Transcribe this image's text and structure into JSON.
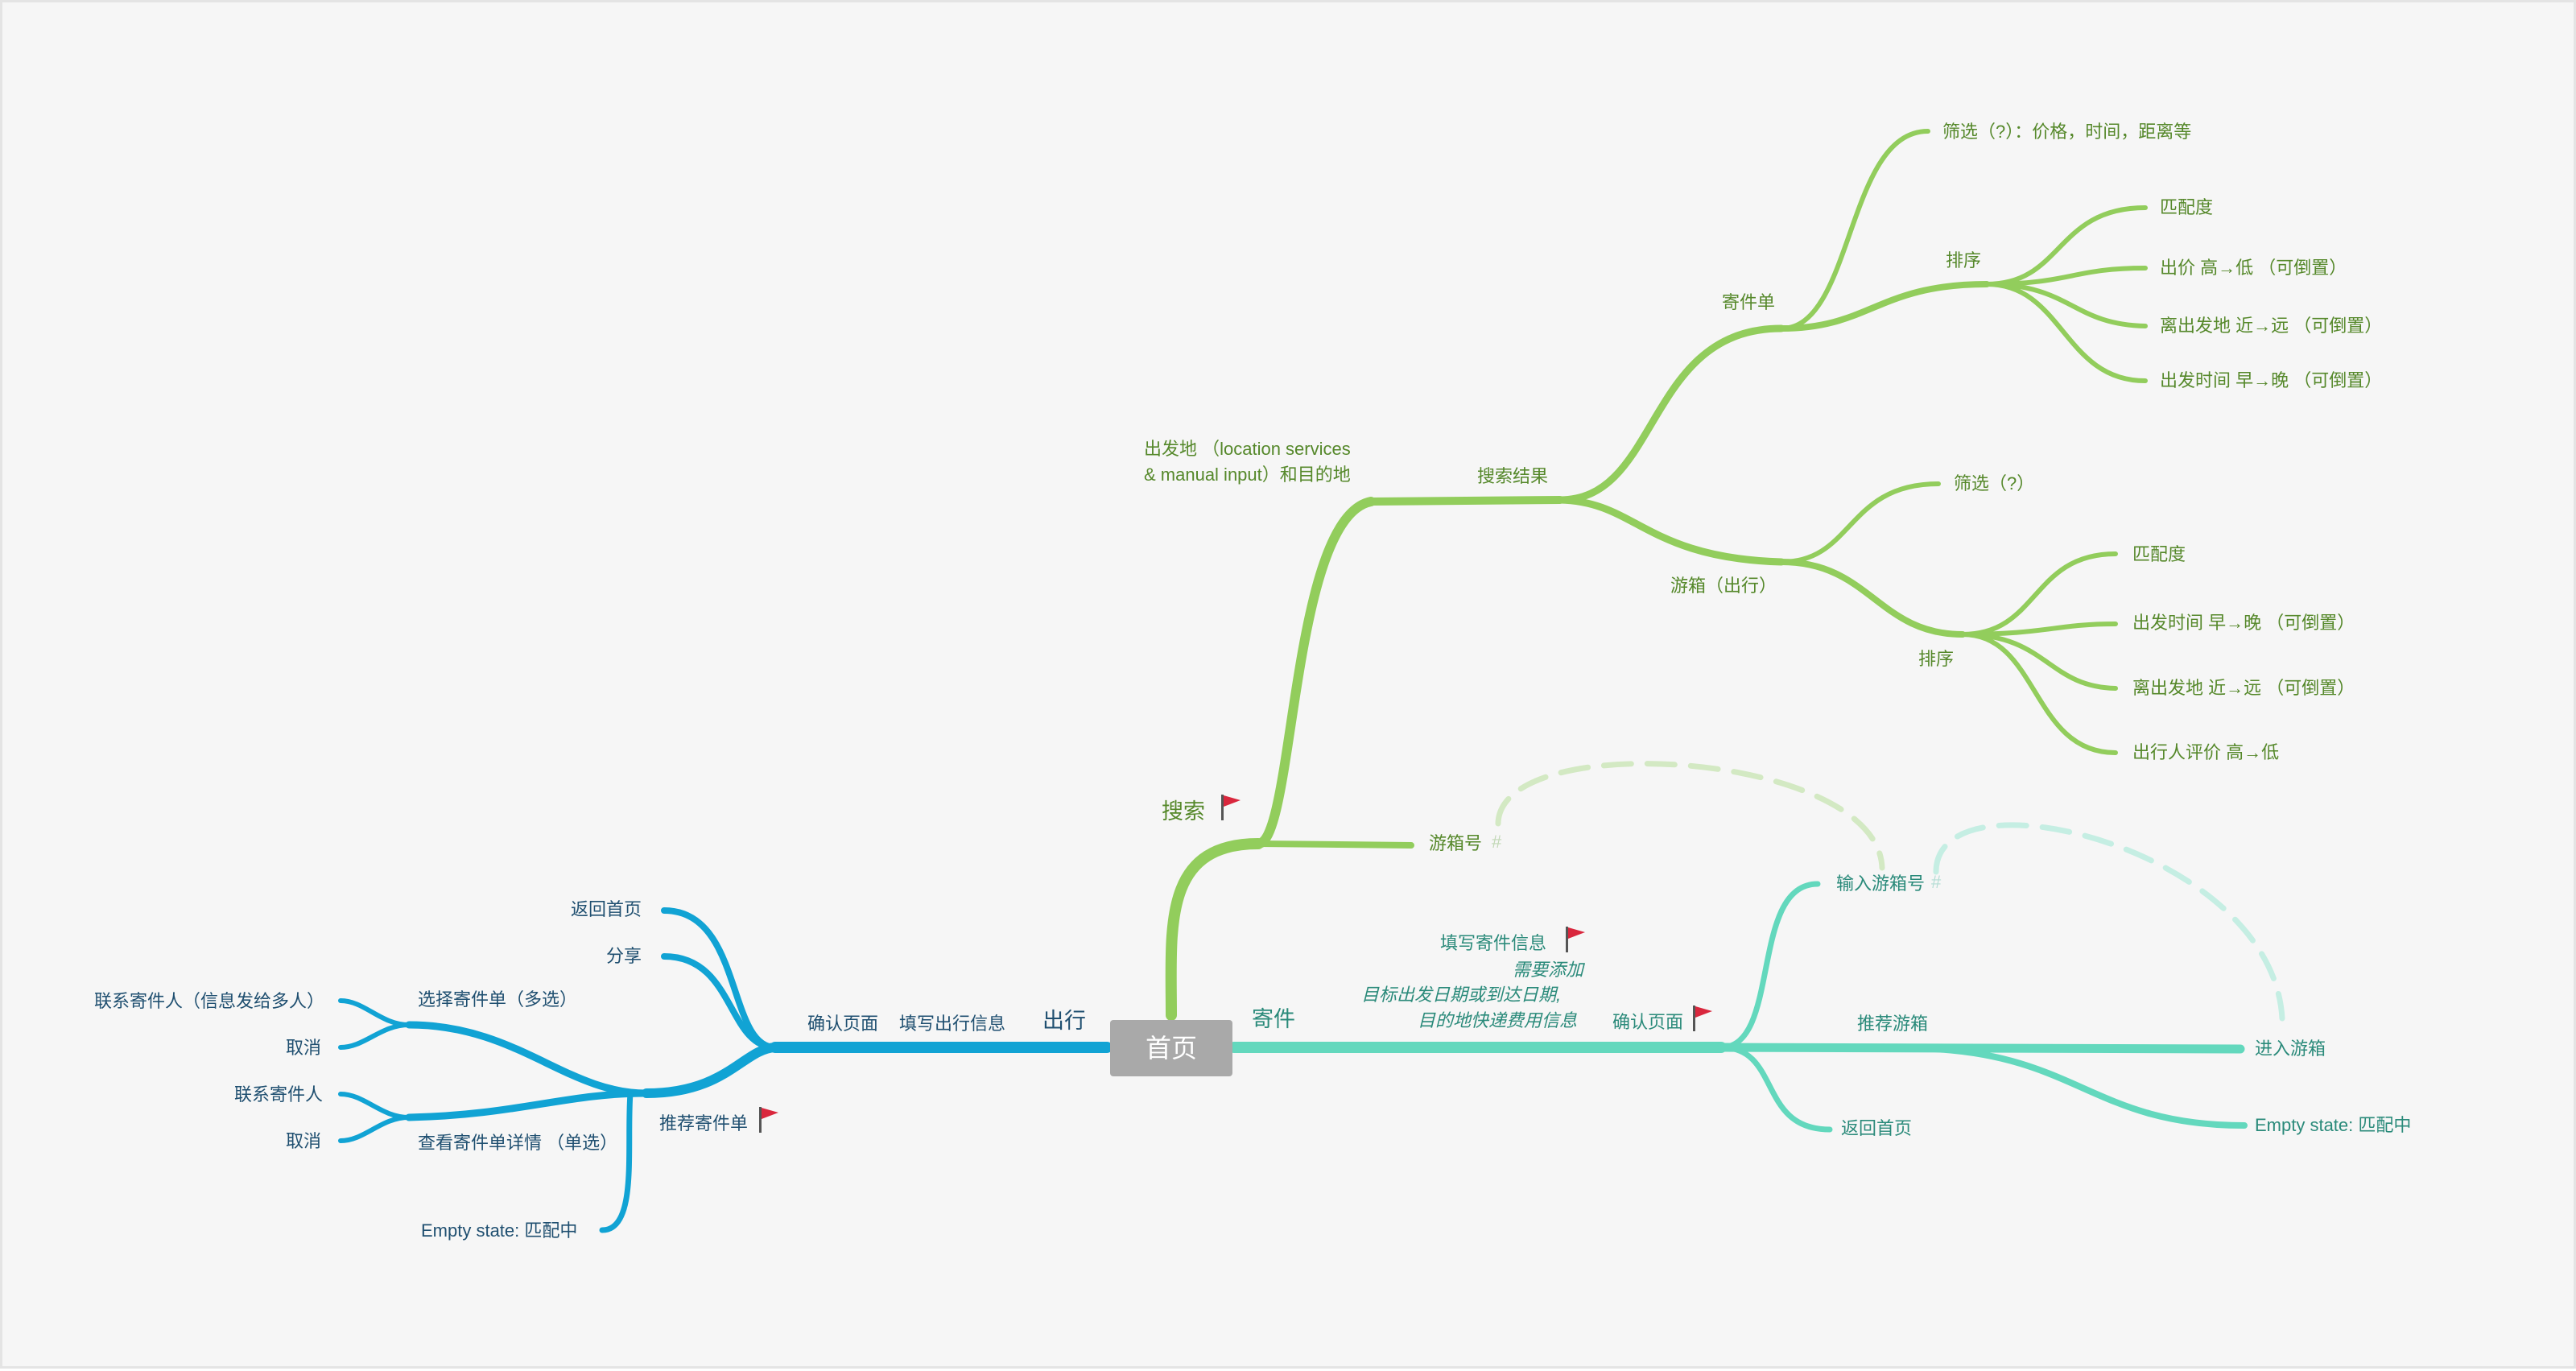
{
  "root": "首页",
  "colors": {
    "search": "#92cd5c",
    "send": "#63d8bd",
    "travel": "#11a3d4",
    "root_bg": "#a9a9a9"
  },
  "search_branch": {
    "title": "搜索",
    "location_line1": "出发地 （location services",
    "location_line2": "& manual input）和目的地",
    "results": "搜索结果",
    "send_orders": {
      "title": "寄件单",
      "filter": "筛选（?）：价格，时间，距离等",
      "sort": {
        "title": "排序",
        "items": [
          "匹配度",
          "出价 高→低 （可倒置）",
          "离出发地 近→远 （可倒置）",
          "出发时间 早→晚 （可倒置）"
        ]
      }
    },
    "suitcase": {
      "title": "游箱（出行）",
      "filter": "筛选（?）",
      "sort": {
        "title": "排序",
        "items": [
          "匹配度",
          "出发时间 早→晚 （可倒置）",
          "离出发地 近→远 （可倒置）",
          "出行人评价 高→低"
        ]
      }
    },
    "suitcase_no": "游箱号",
    "hash": "#"
  },
  "send_branch": {
    "title": "寄件",
    "fill_info": "填写寄件信息",
    "note_1": "需要添加",
    "note_2": "目标出发日期或到达日期,",
    "note_3": "目的地快递费用信息",
    "confirm": "确认页面",
    "input_no": "输入游箱号",
    "hash": "#",
    "recommend": "推荐游箱",
    "enter": "进入游箱",
    "empty": "Empty state: 匹配中",
    "back_home": "返回首页"
  },
  "travel_branch": {
    "title": "出行",
    "fill_info": "填写出行信息",
    "confirm": "确认页面",
    "back_home": "返回首页",
    "share": "分享",
    "recommend": "推荐寄件单",
    "select_multi": "选择寄件单（多选）",
    "contact_multi": "联系寄件人（信息发给多人）",
    "cancel_1": "取消",
    "view_detail": "查看寄件单详情 （单选）",
    "contact": "联系寄件人",
    "cancel_2": "取消",
    "empty": "Empty state: 匹配中"
  }
}
